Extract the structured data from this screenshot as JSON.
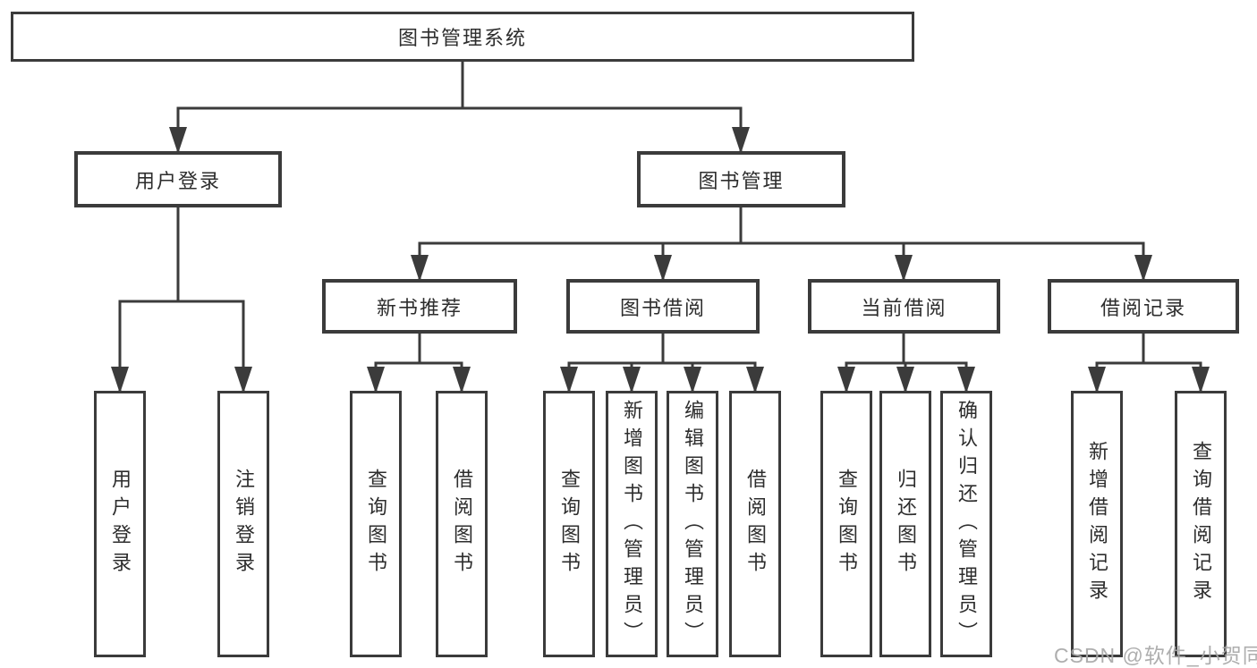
{
  "diagram": {
    "title": "图书管理系统",
    "watermark": "CSDN @软件_小贺同学",
    "colors": {
      "line": "#3b3b3b",
      "text": "#2d2d2d",
      "watermark": "#a7a7a7",
      "background": "#ffffff"
    },
    "tree": {
      "label": "图书管理系统",
      "children": [
        {
          "label": "用户登录",
          "children": [
            {
              "label": "用户登录"
            },
            {
              "label": "注销登录"
            }
          ]
        },
        {
          "label": "图书管理",
          "children": [
            {
              "label": "新书推荐",
              "children": [
                {
                  "label": "查询图书"
                },
                {
                  "label": "借阅图书"
                }
              ]
            },
            {
              "label": "图书借阅",
              "children": [
                {
                  "label": "查询图书"
                },
                {
                  "label": "新增图书（管理员）"
                },
                {
                  "label": "编辑图书（管理员）"
                },
                {
                  "label": "借阅图书"
                }
              ]
            },
            {
              "label": "当前借阅",
              "children": [
                {
                  "label": "查询图书"
                },
                {
                  "label": "归还图书"
                },
                {
                  "label": "确认归还（管理员）"
                }
              ]
            },
            {
              "label": "借阅记录",
              "children": [
                {
                  "label": "新增借阅记录"
                },
                {
                  "label": "查询借阅记录"
                }
              ]
            }
          ]
        }
      ]
    }
  }
}
